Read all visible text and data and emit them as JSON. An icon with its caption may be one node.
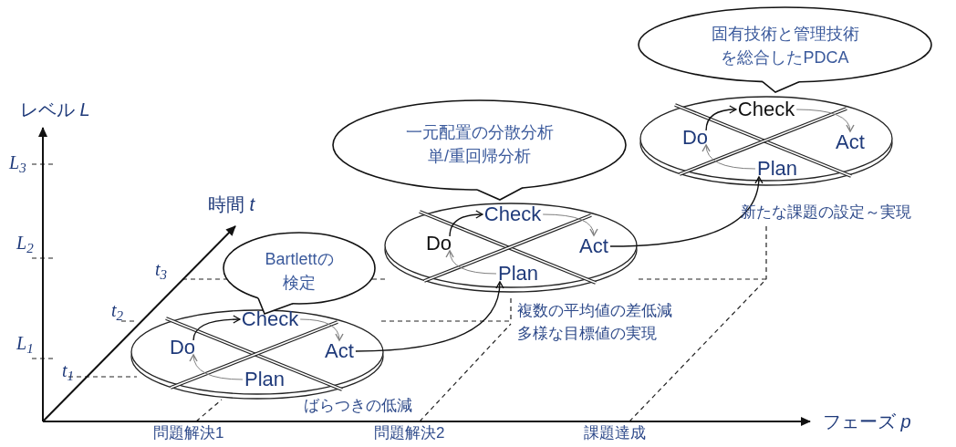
{
  "diagram": {
    "nodes": [
      {
        "text": [],
        "shape": "ellipse"
      },
      {
        "text": [
          "Check"
        ],
        "in": 0
      },
      {
        "text": [
          "Do"
        ],
        "in": 0
      },
      {
        "text": [
          "Act"
        ],
        "in": 0
      },
      {
        "text": [
          "Plan"
        ],
        "in": 0
      },
      {
        "text": [],
        "shape": "ellipse"
      },
      {
        "text": [
          "Check"
        ],
        "in": 5
      },
      {
        "text": [
          "Do"
        ],
        "in": 5
      },
      {
        "text": [
          "Act"
        ],
        "in": 5
      },
      {
        "text": [
          "Plan"
        ],
        "in": 5
      },
      {
        "text": [],
        "shape": "ellipse"
      },
      {
        "text": [
          "Check"
        ],
        "in": 10
      },
      {
        "text": [
          "Do"
        ],
        "in": 10
      },
      {
        "text": [
          "Act"
        ],
        "in": 10
      },
      {
        "text": [
          "Plan"
        ],
        "in": 10
      },
      {
        "text": [
          "Bartlettの検定"
        ]
      },
      {
        "text": [
          "一元配置の分散分析",
          "単/重回帰分析"
        ]
      },
      {
        "text": [
          "固有技術と管理技術を総合したPDCA"
        ]
      }
    ],
    "edges": [
      {
        "from": 2,
        "to": 1,
        "arrow": "to",
        "color": "#111111"
      },
      {
        "from": 1,
        "to": 3,
        "arrow": "to",
        "color": "#808080"
      },
      {
        "from": 4,
        "to": 2,
        "arrow": "to",
        "color": "#808080"
      },
      {
        "from": 7,
        "to": 6,
        "arrow": "to",
        "color": "#111111"
      },
      {
        "from": 6,
        "to": 8,
        "arrow": "to",
        "color": "#808080"
      },
      {
        "from": 9,
        "to": 7,
        "arrow": "to",
        "color": "#808080"
      },
      {
        "from": 12,
        "to": 11,
        "arrow": "to",
        "color": "#111111"
      },
      {
        "from": 11,
        "to": 13,
        "arrow": "to",
        "color": "#808080"
      },
      {
        "from": 14,
        "to": 12,
        "arrow": "to",
        "color": "#808080"
      },
      {
        "from": 3,
        "to": 9,
        "arrow": "to",
        "color": "#111111"
      },
      {
        "from": 8,
        "to": 14,
        "arrow": "to",
        "color": "#111111"
      }
    ],
    "labels": [
      "レベル *L*",
      "L$_{3}$",
      "L$_{2}$",
      "L$_{1}$",
      "時間 *t*",
      "t$_{3}$",
      "t$_{2}$",
      "t$_{1}$",
      "新たな課題の設定～実現",
      "複数の平均値の差低減",
      "多様な目標値の実現",
      "ばらつきの低減",
      "フェーズ *p*",
      "問題解決1",
      "問題解決2",
      "課題達成"
    ]
  }
}
